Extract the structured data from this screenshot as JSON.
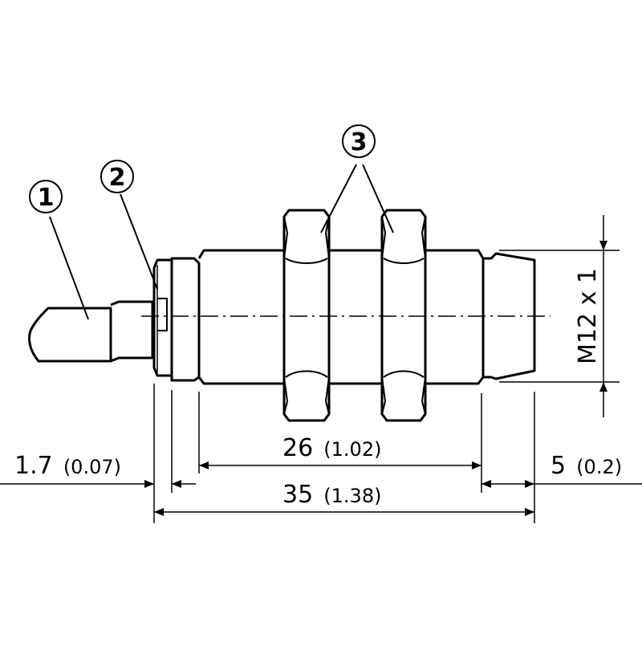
{
  "callouts": {
    "cable": "1",
    "led": "2",
    "nuts": "3"
  },
  "dimensions": {
    "gap_left": {
      "value": "1.7",
      "inch": "(0.07)"
    },
    "thread_len": {
      "value": "26",
      "inch": "(1.02)"
    },
    "total_len": {
      "value": "35",
      "inch": "(1.38)"
    },
    "face_len": {
      "value": "5",
      "inch": "(0.2)"
    },
    "thread": "M12 x 1"
  }
}
